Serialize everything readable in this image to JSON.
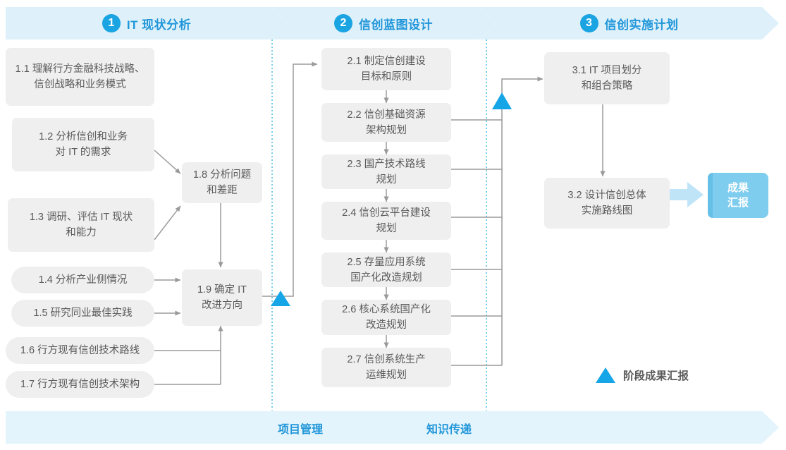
{
  "phases": [
    {
      "num": "1",
      "title": "IT 现状分析"
    },
    {
      "num": "2",
      "title": "信创蓝图设计"
    },
    {
      "num": "3",
      "title": "信创实施计划"
    }
  ],
  "nodes": {
    "n11": "1.1 理解行方金融科技战略、\n信创战略和业务模式",
    "n12": "1.2 分析信创和业务\n对 IT 的需求",
    "n13": "1.3 调研、评估 IT 现状\n和能力",
    "n14": "1.4 分析产业侧情况",
    "n15": "1.5 研究同业最佳实践",
    "n16": "1.6 行方现有信创技术路线",
    "n17": "1.7 行方现有信创技术架构",
    "n18": "1.8 分析问题\n和差距",
    "n19": "1.9 确定 IT\n改进方向",
    "n21": "2.1 制定信创建设\n目标和原则",
    "n22": "2.2 信创基础资源\n架构规划",
    "n23": "2.3 国产技术路线\n规划",
    "n24": "2.4 信创云平台建设\n规划",
    "n25": "2.5 存量应用系统\n国产化改造规划",
    "n26": "2.6 核心系统国产化\n改造规划",
    "n27": "2.7 信创系统生产\n运维规划",
    "n31": "3.1 IT 项目划分\n和组合策略",
    "n32": "3.2 设计信创总体\n实施路线图"
  },
  "result_badge": "成果\n汇报",
  "legend": {
    "label": "阶段成果汇报",
    "marker": "milestone-triangle"
  },
  "bottom_band": {
    "labels": [
      "项目管理",
      "知识传递"
    ]
  },
  "colors": {
    "accent_blue": "#1BA4E2",
    "title_blue": "#2196D9",
    "banner_fill": "#DEF1FB",
    "band_fill": "#E4F4FC",
    "node_fill": "#EFEFEF",
    "node_text": "#5A5A5A",
    "connector": "#9A9A9A",
    "badge_fill": "#7FCDEE",
    "divider": "#38B6E8"
  }
}
